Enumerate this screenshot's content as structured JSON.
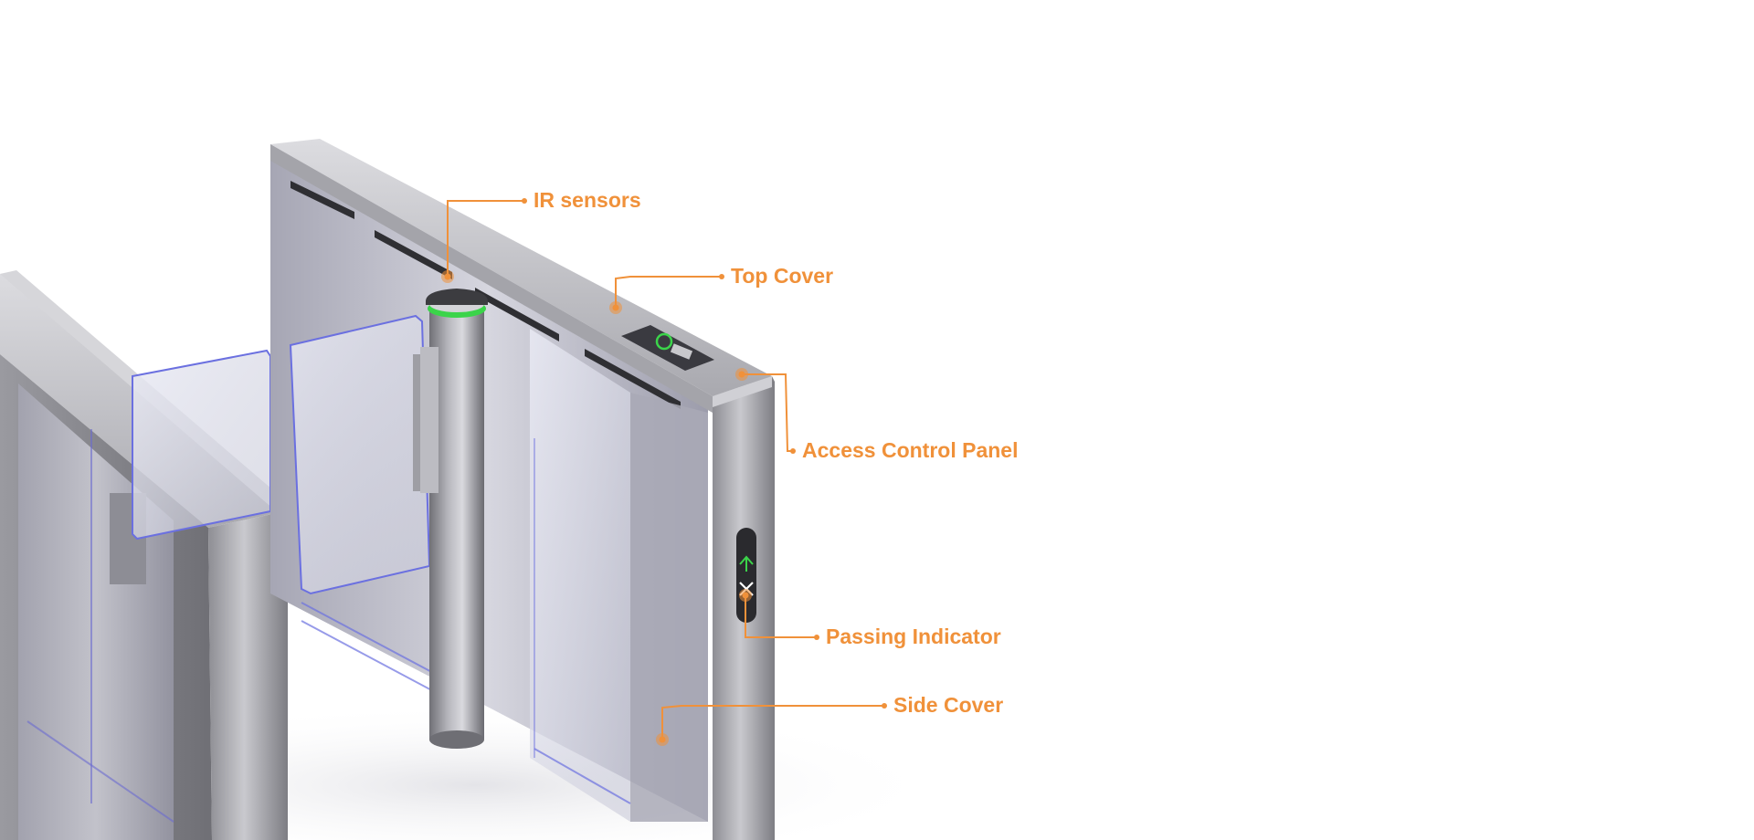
{
  "colors": {
    "accent": "#f0913a",
    "indicator_green": "#3bd44a",
    "background": "#ffffff"
  },
  "callouts": [
    {
      "id": "ir-sensors",
      "label": "IR sensors"
    },
    {
      "id": "top-cover",
      "label": "Top Cover"
    },
    {
      "id": "access-control-panel",
      "label": "Access Control Panel"
    },
    {
      "id": "passing-indicator",
      "label": "Passing Indicator"
    },
    {
      "id": "side-cover",
      "label": "Side Cover"
    }
  ]
}
